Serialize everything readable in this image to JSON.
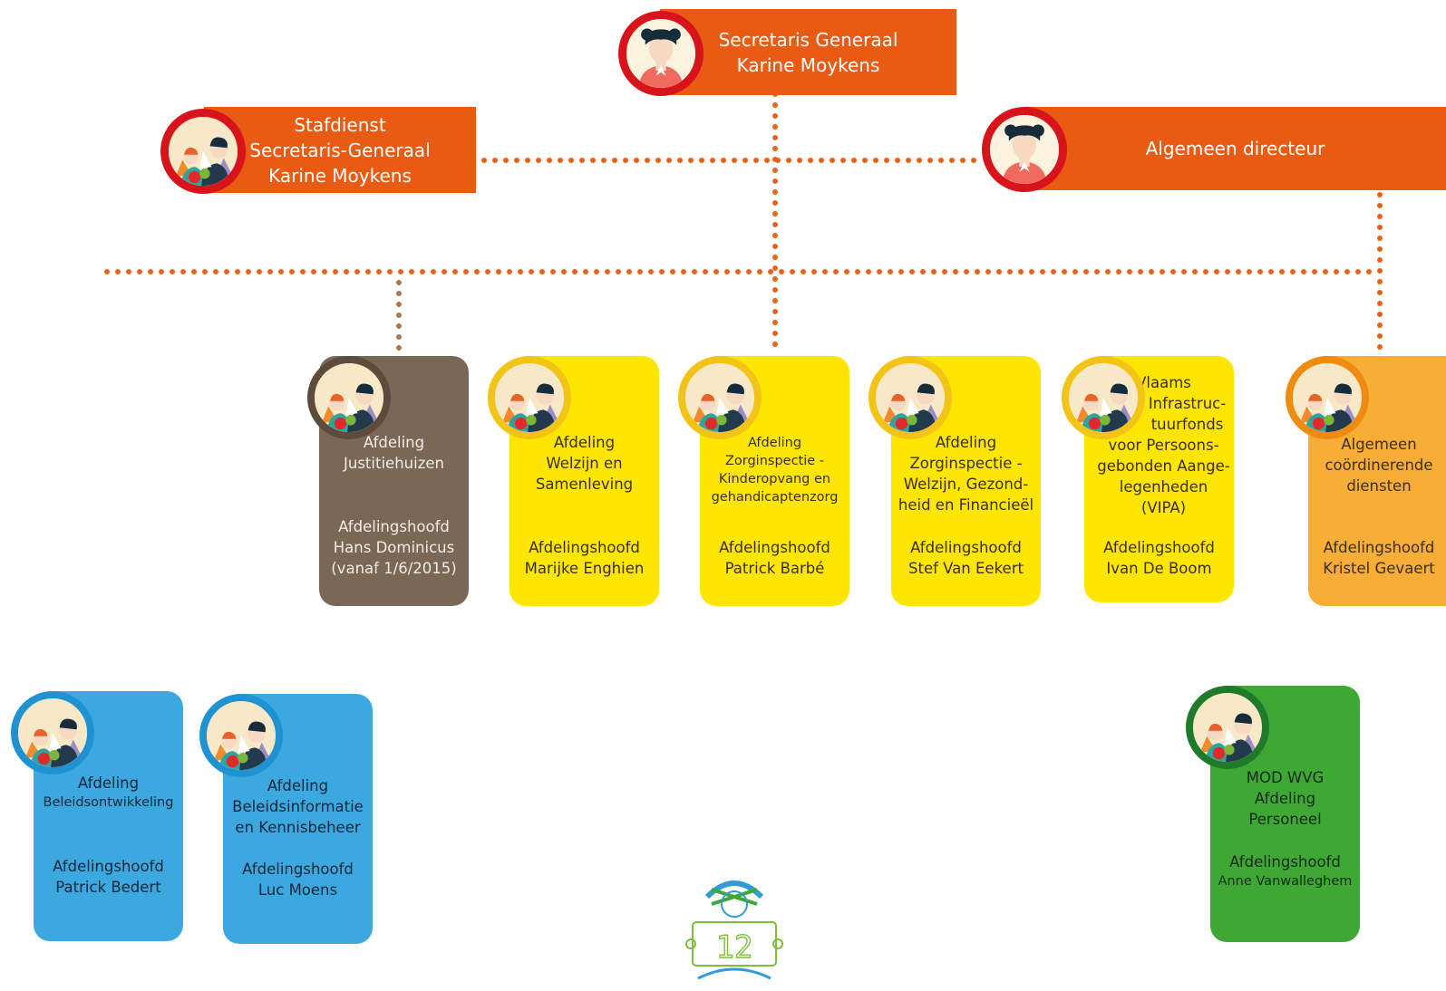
{
  "top": {
    "role": "Secretaris Generaal",
    "name": "Karine Moykens"
  },
  "staff": {
    "title": "Stafdienst",
    "subtitle": "Secretaris-Generaal",
    "name": "Karine Moykens"
  },
  "director": {
    "title": "Algemeen directeur"
  },
  "units": {
    "justitiehuizen": {
      "l1": "Afdeling",
      "l2": "Justitiehuizen",
      "h1": "Afdelingshoofd",
      "h2": "Hans Dominicus",
      "h3": "(vanaf 1/6/2015)"
    },
    "welzijn": {
      "l1": "Afdeling",
      "l2": "Welzijn en",
      "l3": "Samenleving",
      "h1": "Afdelingshoofd",
      "h2": "Marijke Enghien"
    },
    "zorg_kind": {
      "l1": "Afdeling",
      "l2": "Zorginspectie -",
      "l3": "Kinderopvang en",
      "l4": "gehandicaptenzorg",
      "h1": "Afdelingshoofd",
      "h2": "Patrick Barbé"
    },
    "zorg_welzijn": {
      "l1": "Afdeling",
      "l2": "Zorginspectie -",
      "l3": "Welzijn, Gezond-",
      "l4": "heid en Financieël",
      "h1": "Afdelingshoofd",
      "h2": "Stef Van Eekert"
    },
    "vipa": {
      "l1": "Vlaams",
      "l2": "Infrastruc-",
      "l3": "tuurfonds",
      "l4": "voor Persoons-",
      "l5": "gebonden Aange-",
      "l6": "legenheden (VIPA)",
      "h1": "Afdelingshoofd",
      "h2": "Ivan De Boom"
    },
    "algemeen": {
      "l1": "Algemeen",
      "l2": "coördinerende",
      "l3": "diensten",
      "h1": "Afdelingshoofd",
      "h2": "Kristel Gevaert"
    },
    "beleidsontw": {
      "l1": "Afdeling",
      "l2": "Beleidsontwikkeling",
      "h1": "Afdelingshoofd",
      "h2": "Patrick Bedert"
    },
    "beleidsinfo": {
      "l1": "Afdeling",
      "l2": "Beleidsinformatie",
      "l3": "en Kennisbeheer",
      "h1": "Afdelingshoofd",
      "h2": "Luc Moens"
    },
    "personeel": {
      "l1": "MOD WVG",
      "l2": "Afdeling",
      "l3": "Personeel",
      "h1": "Afdelingshoofd",
      "h2": "Anne Vanwalleghem"
    }
  },
  "page_number": "12",
  "colors": {
    "orange": "#e95b13",
    "red_ring": "#d7141b",
    "brown": "#7a6756",
    "yellow": "#ffe600",
    "light_orange": "#f7ad36",
    "blue": "#3ba8df",
    "green": "#3fa834"
  }
}
